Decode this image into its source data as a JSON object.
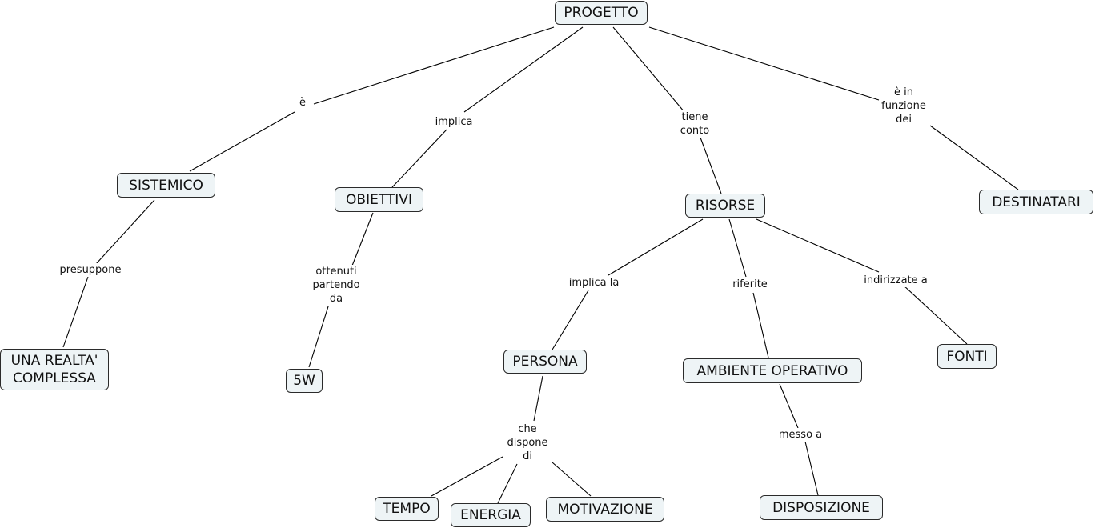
{
  "concepts": {
    "progetto": "PROGETTO",
    "sistemico": "SISTEMICO",
    "obiettivi": "OBIETTIVI",
    "risorse": "RISORSE",
    "destinatari": "DESTINATARI",
    "realta_complessa": "UNA REALTA'\nCOMPLESSA",
    "five_w": "5W",
    "persona": "PERSONA",
    "ambiente_operativo": "AMBIENTE OPERATIVO",
    "fonti": "FONTI",
    "tempo": "TEMPO",
    "energia": "ENERGIA",
    "motivazione": "MOTIVAZIONE",
    "disposizione": "DISPOSIZIONE"
  },
  "links": {
    "e": "è",
    "implica": "implica",
    "tiene_conto": "tiene\nconto",
    "e_in_funzione_dei": "è in\nfunzione\ndei",
    "presuppone": "presuppone",
    "ottenuti_partendo_da": "ottenuti\npartendo\nda",
    "implica_la": "implica la",
    "riferite": "riferite",
    "indirizzate_a": "indirizzate a",
    "che_dispone_di": "che\ndispone\ndi",
    "messo_a": "messo a"
  }
}
